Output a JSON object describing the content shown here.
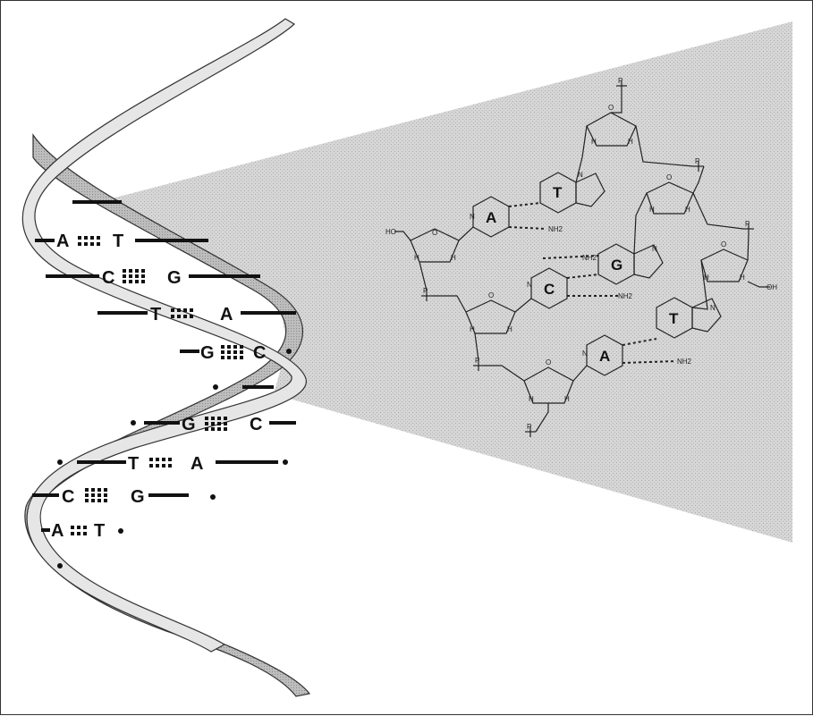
{
  "helix": {
    "pairs": [
      {
        "left": "A",
        "right": "T",
        "bonds": 2
      },
      {
        "left": "C",
        "right": "G",
        "bonds": 3
      },
      {
        "left": "T",
        "right": "A",
        "bonds": 2
      },
      {
        "left": "G",
        "right": "C",
        "bonds": 3
      },
      {
        "left": "G",
        "right": "C",
        "bonds": 3
      },
      {
        "left": "T",
        "right": "A",
        "bonds": 2
      },
      {
        "left": "C",
        "right": "G",
        "bonds": 3
      },
      {
        "left": "A",
        "right": "T",
        "bonds": 2
      }
    ]
  },
  "molecule": {
    "bases": [
      "T",
      "A",
      "G",
      "C",
      "T",
      "A"
    ],
    "atoms": {
      "ho": "HO",
      "oh": "OH",
      "nh2": "NH2",
      "h": "H",
      "o": "O",
      "p": "P",
      "n": "N"
    }
  },
  "colors": {
    "ink": "#111111",
    "ribbon_fill": "#d9d9d9",
    "ribbon_dark": "#9a9a9a",
    "wedge": "#cfcfcf"
  }
}
